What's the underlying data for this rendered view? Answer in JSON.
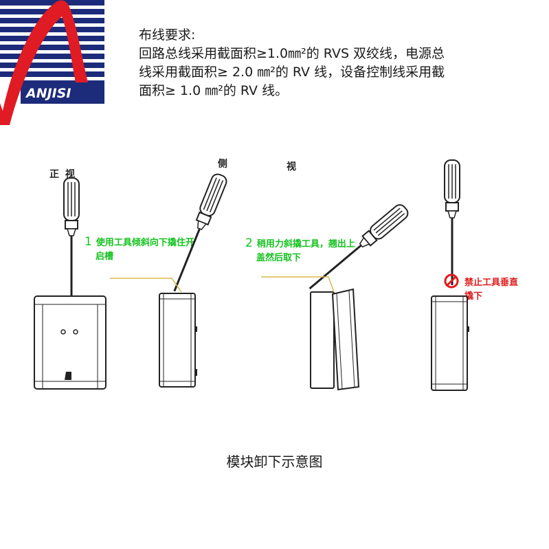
{
  "logo": {
    "text": "ANJISI",
    "navy": "#1c2b7a",
    "red": "#e01b24"
  },
  "requirements": {
    "heading": "布线要求:",
    "lines": [
      "回路总线采用截面积≥1.0㎜²的 RVS 双绞线，电源总",
      "线采用截面积≥ 2.0 ㎜²的 RV 线，设备控制线采用截",
      "面积≥ 1.0 ㎜²的 RV 线。"
    ]
  },
  "diagram": {
    "front_label": "正  视",
    "side_label_1": "侧",
    "side_label_2": "视",
    "step1": {
      "num": "1",
      "line1": "使用工具倾斜向下撬住开",
      "line2": "启槽"
    },
    "step2": {
      "num": "2",
      "line1": "稍用力斜撬工具，翘出上",
      "line2": "盖然后取下"
    },
    "warning": {
      "line1": "禁止工具垂直",
      "line2": "撬下"
    },
    "colors": {
      "note_green": "#14c21e",
      "warning_red": "#e01b1b",
      "leader": "#d9b84a"
    }
  },
  "caption": "模块卸下示意图"
}
